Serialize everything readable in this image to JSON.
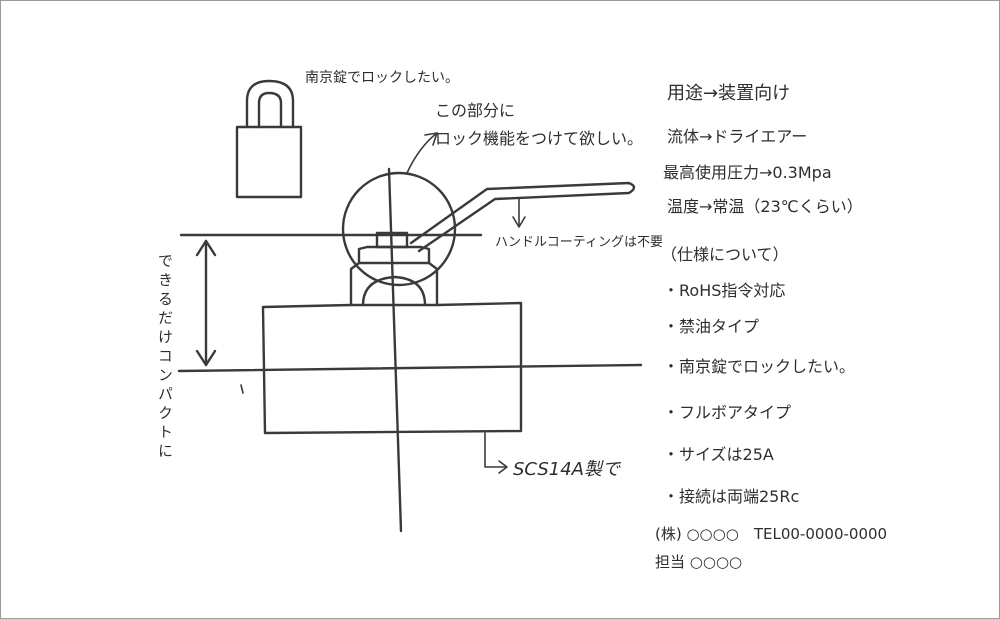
{
  "padlock_note": "南京錠でロックしたい。",
  "lock_callout": [
    "この部分に",
    "ロック機能をつけて欲しい。"
  ],
  "handle_note": "ハンドルコーティングは不要",
  "material_note": "SCS14A製で",
  "compact_note": "できるだけコンパクトに",
  "specs": [
    "用途→装置向け",
    "流体→ドライエアー",
    "最高使用圧力→0.3Mpa",
    "温度→常温（23℃くらい）"
  ],
  "spec_heading": "（仕様について）",
  "bullets": [
    "・RoHS指令対応",
    "・禁油タイプ",
    "・南京錠でロックしたい。",
    "・フルボアタイプ",
    "・サイズは25A",
    "・接続は両端25Rc"
  ],
  "company": "(株) ○○○○　TEL00-0000-0000",
  "contact": "担当 ○○○○"
}
